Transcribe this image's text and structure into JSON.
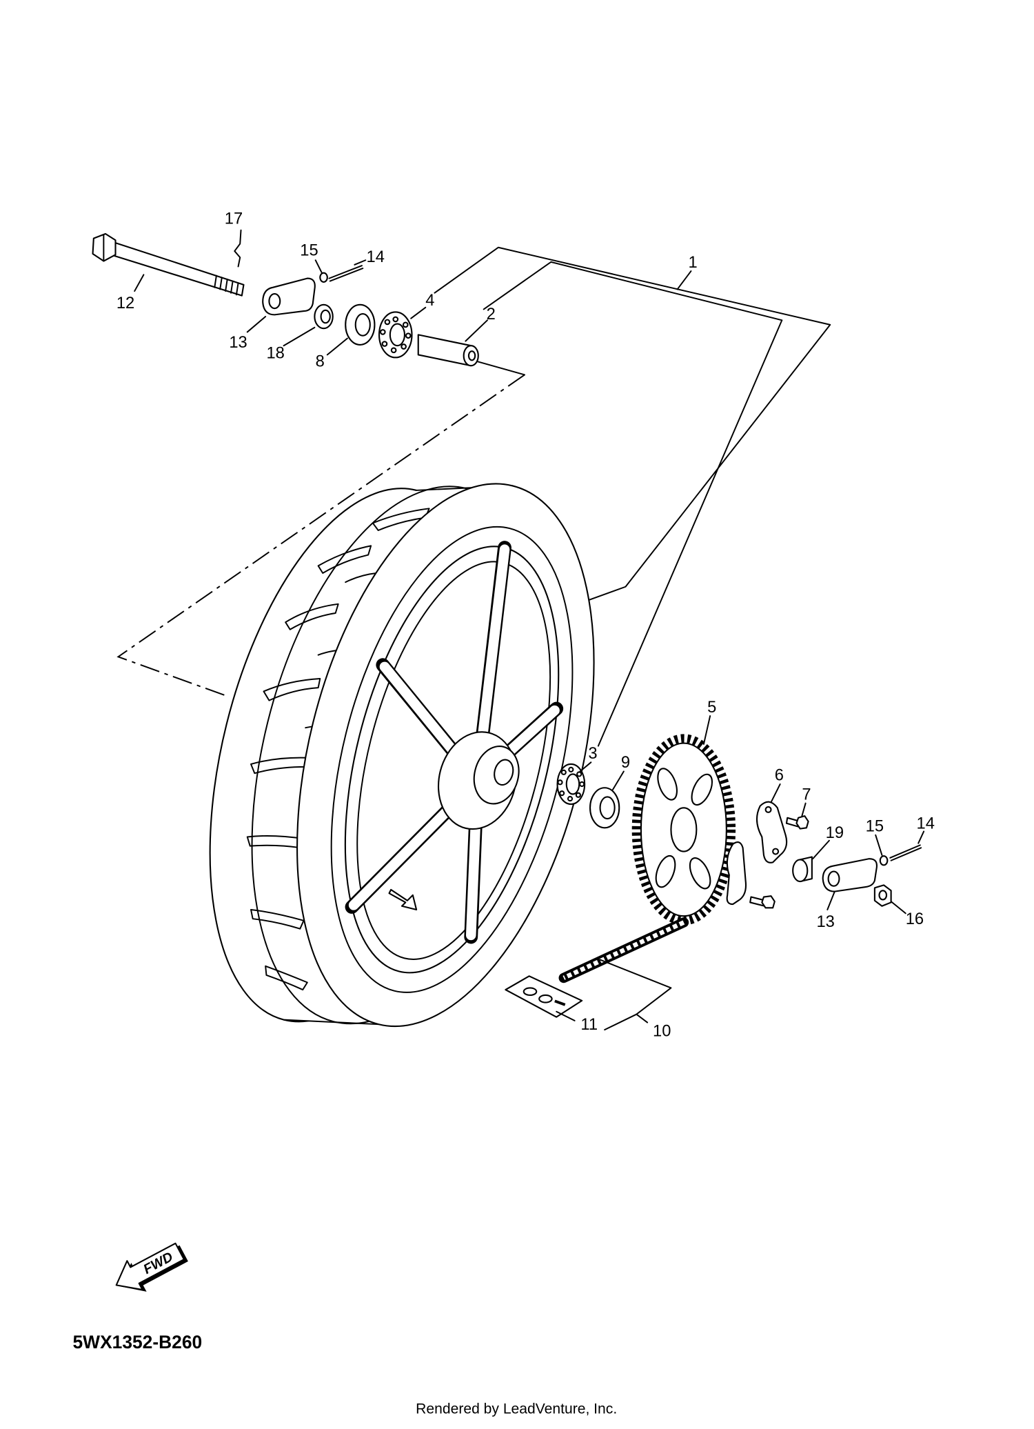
{
  "diagram": {
    "callouts": [
      "17",
      "15",
      "14",
      "1",
      "12",
      "4",
      "2",
      "13",
      "18",
      "8",
      "5",
      "3",
      "9",
      "6",
      "7",
      "19",
      "15",
      "14",
      "13",
      "16",
      "11",
      "10"
    ],
    "fwd_label": "FWD",
    "diagram_code": "5WX1352-B260",
    "footer": "Rendered by LeadVenture, Inc."
  }
}
